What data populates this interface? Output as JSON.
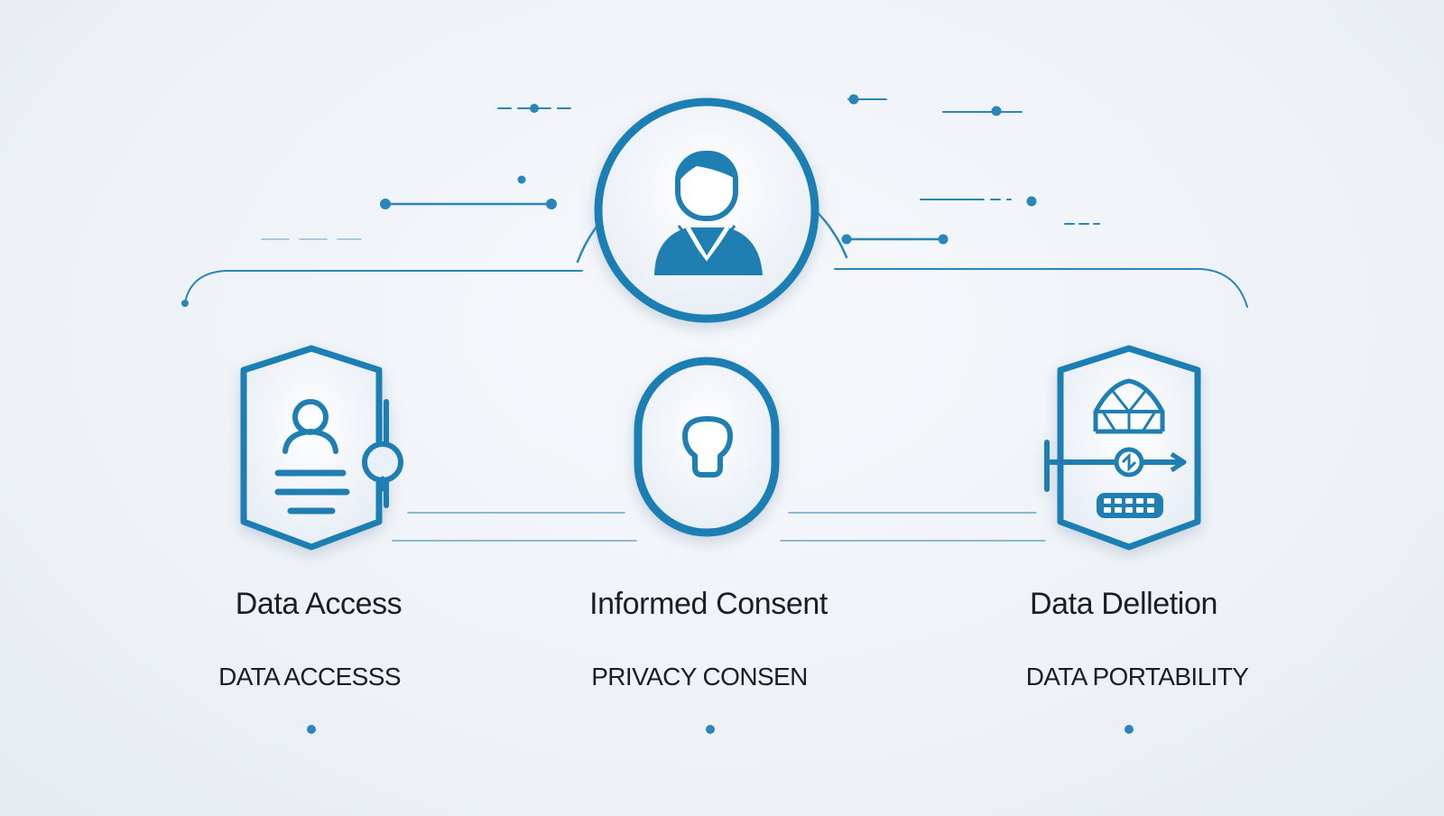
{
  "colors": {
    "accent": "#1f7fb3",
    "accent_dark": "#176a98",
    "background": "#eef2f7",
    "text": "#1b1f24"
  },
  "center_node": {
    "icon": "user-profile-icon"
  },
  "columns": [
    {
      "title": "Data Access",
      "subtitle": "DATA ACCESSS",
      "icon": "document-user-icon"
    },
    {
      "title": "Informed Consent",
      "subtitle": "PRIVACY CONSEN",
      "icon": "keyhole-icon"
    },
    {
      "title": "Data Delletion",
      "subtitle": "DATA PORTABILITY",
      "icon": "delete-device-icon"
    }
  ]
}
